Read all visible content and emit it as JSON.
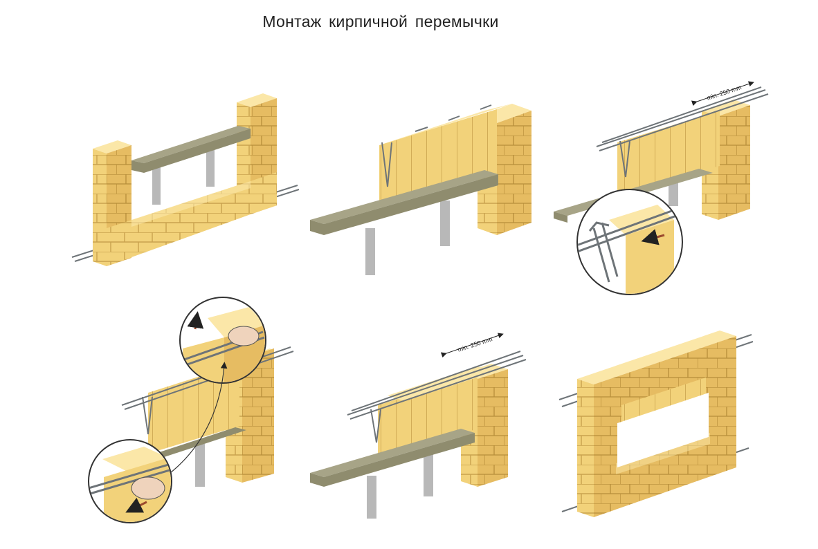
{
  "title": "Монтаж  кирпичной перемычки",
  "steps": [
    {
      "id": 1
    },
    {
      "id": 2
    },
    {
      "id": 3,
      "dimension_label": "min. 250 mm"
    },
    {
      "id": 4
    },
    {
      "id": 5,
      "dimension_label": "min. 250 mm"
    },
    {
      "id": 6
    }
  ],
  "colors": {
    "brick_front": "#F2D27A",
    "brick_side": "#E2B65C",
    "brick_top": "#FBE7A8",
    "mortar": "#C9A24E",
    "formwork": "#8F8C6E",
    "formwork_top": "#A7A487",
    "prop": "#B8B8B8",
    "rebar": "#6E7478",
    "arrow": "#9B4A2E"
  }
}
